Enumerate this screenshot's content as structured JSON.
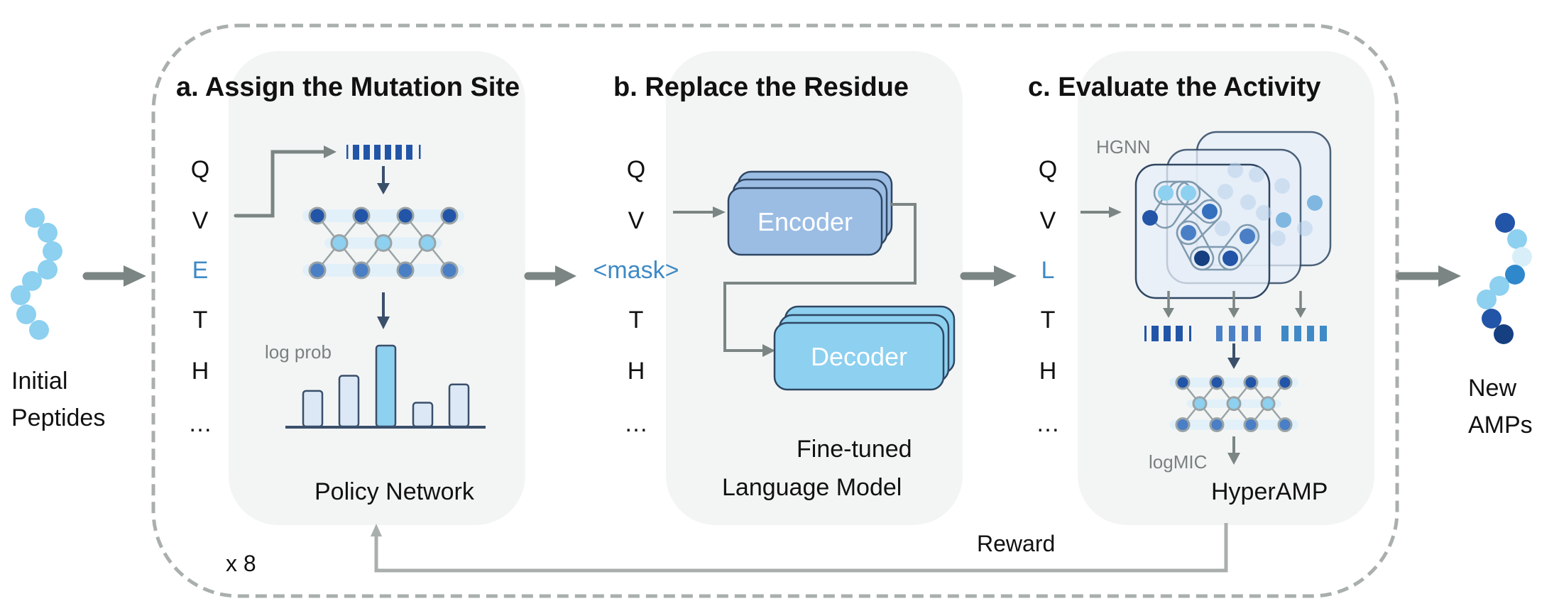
{
  "input": {
    "label_line1": "Initial",
    "label_line2": "Peptides"
  },
  "output": {
    "label_line1": "New",
    "label_line2": "AMPs"
  },
  "loop": {
    "repeat_label": "x 8",
    "reward_label": "Reward"
  },
  "steps": [
    {
      "title": "a. Assign the Mutation Site",
      "sequence": [
        "Q",
        "V",
        "E",
        "T",
        "H",
        "…"
      ],
      "highlight_index": 2,
      "chart_label": "log prob",
      "bars": [
        0.33,
        0.47,
        0.75,
        0.22,
        0.39
      ],
      "selected_bar": 2,
      "module_label": "Policy Network"
    },
    {
      "title": "b. Replace the Residue",
      "sequence": [
        "Q",
        "V",
        "<mask>",
        "T",
        "H",
        "…"
      ],
      "highlight_index": 2,
      "encoder_label": "Encoder",
      "decoder_label": "Decoder",
      "module_label_line1": "Fine-tuned",
      "module_label_line2": "Language Model"
    },
    {
      "title": "c. Evaluate the Activity",
      "sequence": [
        "Q",
        "V",
        "L",
        "T",
        "H",
        "…"
      ],
      "highlight_index": 2,
      "graph_label": "HGNN",
      "output_label": "logMIC",
      "module_label": "HyperAMP"
    }
  ],
  "colors": {
    "light_blue": "#8dd0ef",
    "mid_blue": "#4a7fc6",
    "dark_blue": "#2255a8",
    "navy": "#153f80",
    "arrow_gray": "#7b8583",
    "dash_gray": "#a9afad",
    "panel_bg": "#f3f5f5",
    "highlight_text": "#3f8ac6"
  }
}
